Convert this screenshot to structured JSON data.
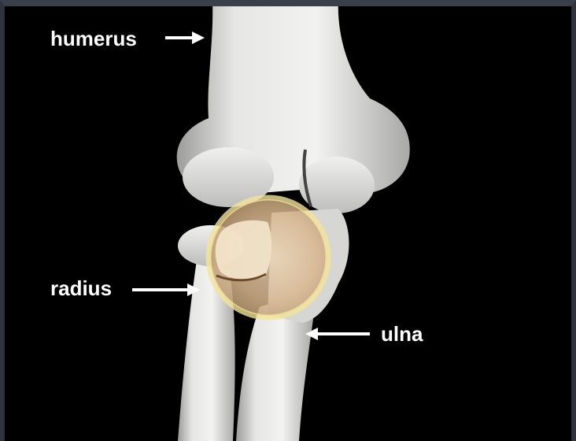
{
  "labels": {
    "humerus": "humerus",
    "radius": "radius",
    "ulna": "ulna"
  },
  "colors": {
    "background": "#000000",
    "bone": "#e4e4e2",
    "bone_shadow": "#b8b8b6",
    "highlight_circle": "#f2e39a",
    "joint_tint": "#d8b48a",
    "label_text": "#ffffff"
  }
}
